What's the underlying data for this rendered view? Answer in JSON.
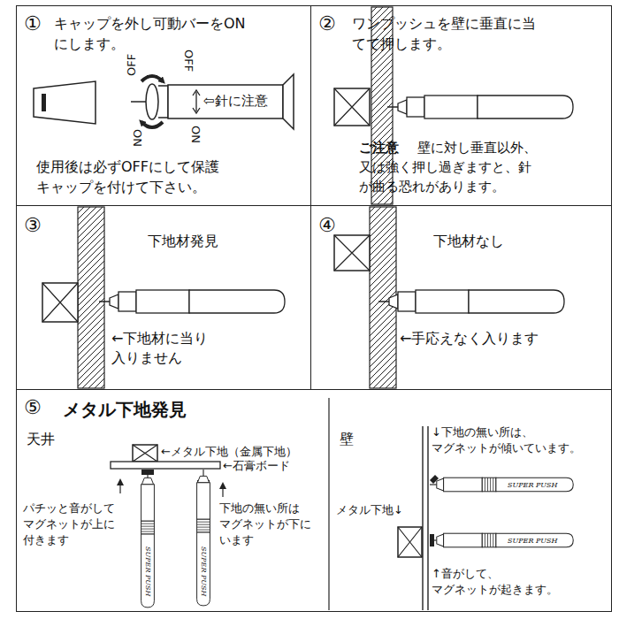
{
  "diagram": {
    "nodes": [
      {
        "text": [
          "①",
          "キャップを外し可動バーをON にします。",
          "使用後は必ずOFFにして保護 キャップを付けて下さい。"
        ]
      },
      {
        "text": [
          "②",
          "ワンプッシュを壁に垂直に当 てて押します。",
          "ご注意",
          "壁に対し垂直以外、 又は強く押し過ぎますと、針 が曲る恐れがあります。"
        ]
      },
      {
        "text": [
          "③",
          "下地材発見"
        ]
      },
      {
        "text": [
          "④",
          "下地材なし"
        ]
      },
      {
        "text": [
          "⑤",
          "メタル下地発見"
        ]
      }
    ],
    "edges": [],
    "labels": [
      "OFF",
      "ON",
      "OFF",
      "ON",
      "⇦針に注意",
      "←下地材に当り 入りません",
      "←手応えなく入ります",
      "天井",
      "←メタル下地（金属下地）",
      "←石膏ボード",
      "パチッと音がして マグネットが上に 付きます",
      "下地の無い所は マグネットが下に います",
      "SUPER PUSH",
      "SUPER PUSH",
      "壁",
      "↓下地の無い所は、 マグネットが傾いています。",
      "メタル下地↓",
      "SUPER PUSH",
      "SUPER PUSH",
      "↑音がして、 マグネットが起きます。"
    ]
  }
}
